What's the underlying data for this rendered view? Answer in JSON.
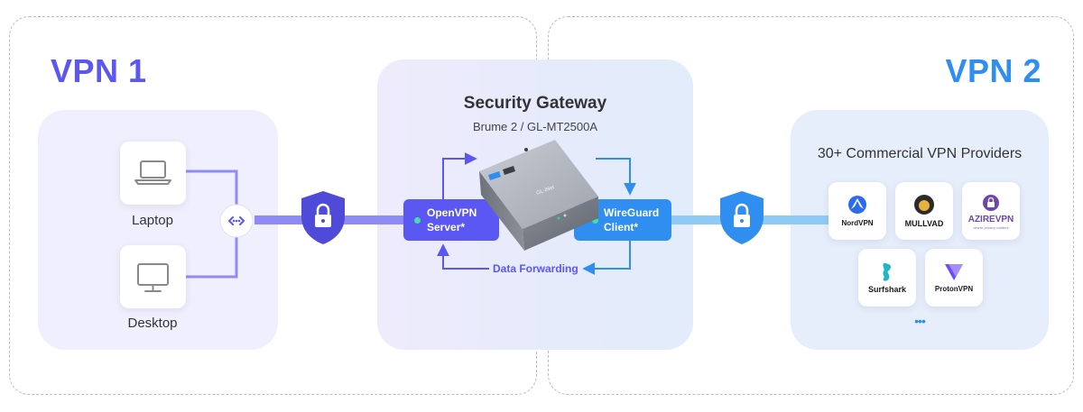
{
  "vpn1": {
    "title": "VPN 1",
    "color": "#5b57f2"
  },
  "vpn2": {
    "title": "VPN 2",
    "color": "#2f8ef0"
  },
  "devices": {
    "laptop": {
      "label": "Laptop",
      "icon": "laptop-icon"
    },
    "desktop": {
      "label": "Desktop",
      "icon": "desktop-icon"
    }
  },
  "gateway": {
    "title": "Security Gateway",
    "model": "Brume 2 / GL-MT2500A",
    "device_logo": "GL·iNet",
    "server_label_1": "OpenVPN",
    "server_label_2": "Server*",
    "client_label_1": "WireGuard",
    "client_label_2": "Client*",
    "forwarding": "Data Forwarding"
  },
  "providers": {
    "title": "30+ Commercial VPN Providers",
    "more": "•••",
    "items": [
      {
        "name": "NordVPN",
        "icon": "nordvpn-logo-icon"
      },
      {
        "name": "MULLVAD",
        "icon": "mullvad-logo-icon"
      },
      {
        "name": "AZIREVPN",
        "tagline": "where privacy matters",
        "icon": "azirevpn-logo-icon"
      },
      {
        "name": "Surfshark",
        "icon": "surfshark-logo-icon"
      },
      {
        "name": "ProtonVPN",
        "icon": "protonvpn-logo-icon"
      }
    ]
  },
  "colors": {
    "accent_purple": "#5b57f2",
    "accent_blue": "#2f8ef0",
    "line_purple": "#8f8bf5",
    "line_blue": "#58b2f6"
  }
}
